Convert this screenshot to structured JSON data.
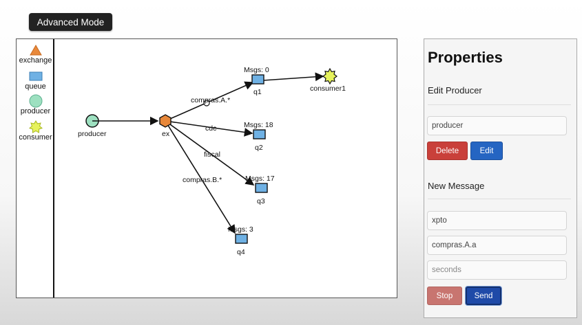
{
  "toolbar": {
    "mode_label": "Advanced Mode"
  },
  "palette": {
    "items": [
      {
        "label": "exchange",
        "icon": "triangle-icon",
        "color": "#e8883a"
      },
      {
        "label": "queue",
        "icon": "rect-icon",
        "color": "#6fb1e4"
      },
      {
        "label": "producer",
        "icon": "circle-icon",
        "color": "#9de0c0"
      },
      {
        "label": "consumer",
        "icon": "star-icon",
        "color": "#e6f25c"
      }
    ]
  },
  "graph": {
    "producer": {
      "label": "producer"
    },
    "exchange": {
      "label": "ex"
    },
    "queues": [
      {
        "name": "q1",
        "msgs": "Msgs: 0"
      },
      {
        "name": "q2",
        "msgs": "Msgs: 18"
      },
      {
        "name": "q3",
        "msgs": "Msgs: 17"
      },
      {
        "name": "q4",
        "msgs": "Msgs: 3"
      }
    ],
    "consumers": [
      {
        "label": "consumer1"
      }
    ],
    "bindings": [
      "compras.A.*",
      "cdc",
      "fiscal",
      "compras.B.*"
    ]
  },
  "properties": {
    "title": "Properties",
    "edit_title": "Edit Producer",
    "producer_name": "producer",
    "delete_label": "Delete",
    "edit_label": "Edit",
    "new_msg_title": "New Message",
    "msg_body": "xpto",
    "routing_key": "compras.A.a",
    "seconds_placeholder": "seconds",
    "stop_label": "Stop",
    "send_label": "Send"
  }
}
